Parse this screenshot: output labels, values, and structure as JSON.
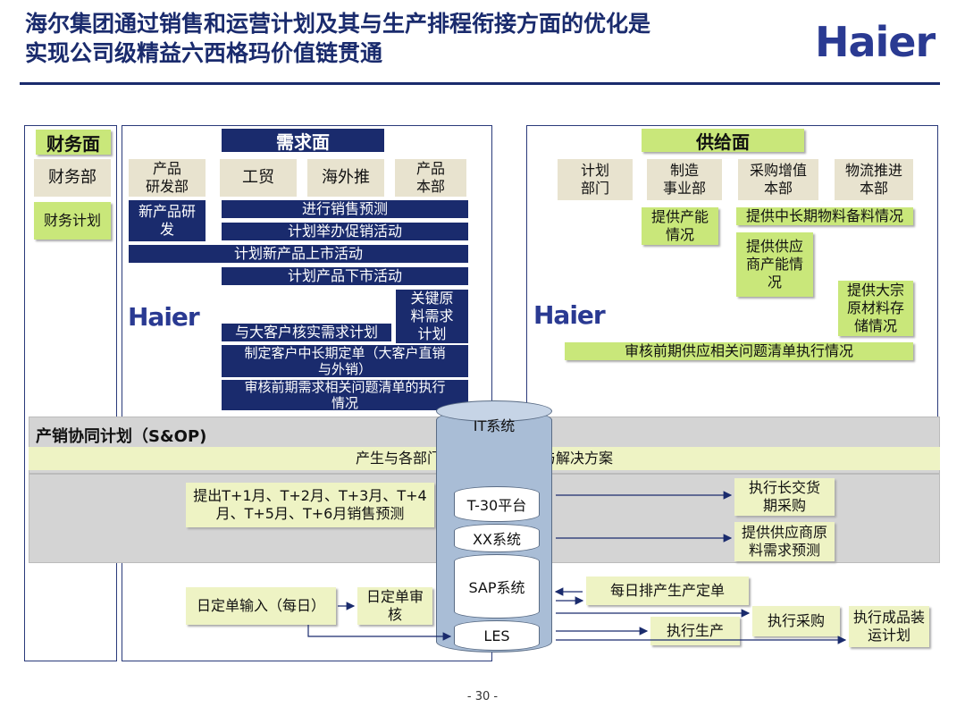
{
  "title_line1": "海尔集团通过销售和运营计划及其与生产排程衔接方面的优化是",
  "title_line2": "实现公司级精益六西格玛价值链贯通",
  "logo_text": "Haier",
  "finance": {
    "header": "财务面",
    "dept": "财务部",
    "plan": "财务计划"
  },
  "demand": {
    "header": "需求面",
    "depts": [
      "产品\n研发部",
      "工贸",
      "海外推",
      "产品\n本部"
    ],
    "new_product": "新产品研\n发",
    "activities": [
      "进行销售预测",
      "计划举办促销活动",
      "计划新产品上市活动",
      "计划产品下市活动"
    ],
    "key_material": "关键原\n料需求\n计划",
    "customer_plan": "与大客户核实需求计划",
    "long_term_order": "制定客户中长期定单（大客户直销\n与外销）",
    "review": "审核前期需求相关问题清单的执行\n情况"
  },
  "supply": {
    "header": "供给面",
    "depts": [
      "计划\n部门",
      "制造\n事业部",
      "采购增值\n本部",
      "物流推进\n本部"
    ],
    "capacity": "提供产能\n情况",
    "material_backup": "提供中长期物料备料情况",
    "supplier_capacity": "提供供应\n商产能情\n况",
    "bulk_material": "提供大宗\n原材料存\n储情况",
    "review": "审核前期供应相关问题清单执行情况"
  },
  "sop": {
    "label": "产销协同计划（S&OP)",
    "issues": "产生与各部门相关的问题清单与解决方案",
    "forecast": "提出T+1月、T+2月、T+3月、T+4\n月、T+5月、T+6月销售预测",
    "long_purchase": "执行长交货\n期采购",
    "supplier_forecast": "提供供应商原\n料需求预测"
  },
  "it": {
    "label": "IT系统",
    "systems": [
      "T-30平台",
      "XX系统",
      "SAP系统",
      "LES"
    ]
  },
  "daily": {
    "order_input": "日定单输入（每日）",
    "order_review": "日定单审\n核",
    "daily_schedule": "每日排产生产定单",
    "execute_production": "执行生产",
    "execute_purchase": "执行采购",
    "execute_shipping": "执行成品装\n运计划"
  },
  "page_number": "- 30 -"
}
